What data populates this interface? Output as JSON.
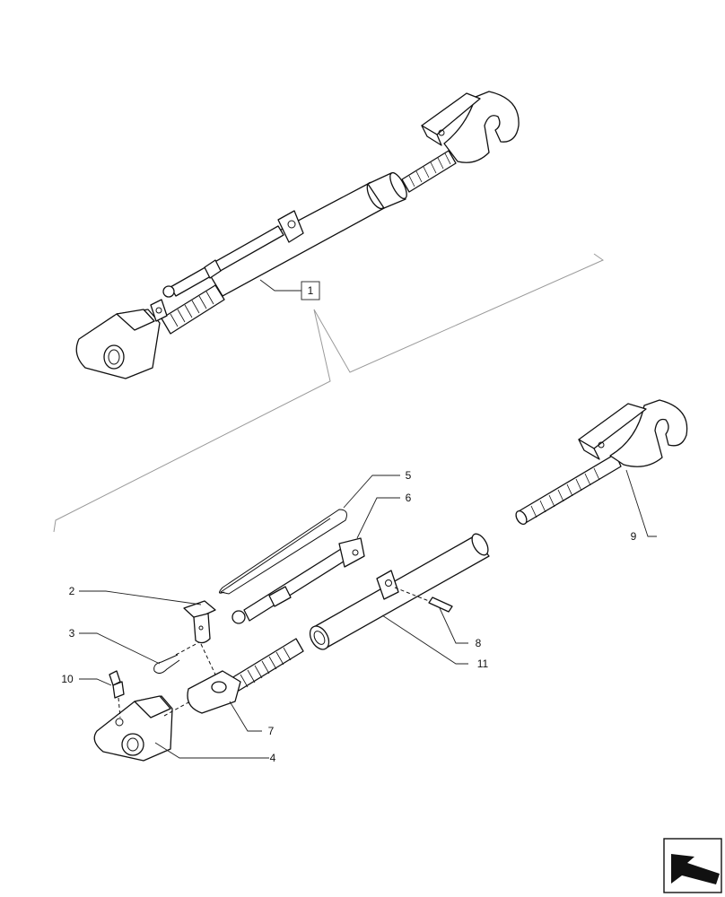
{
  "diagram": {
    "callouts": [
      {
        "id": "assembly",
        "text": "1"
      },
      {
        "id": "pin",
        "text": "2"
      },
      {
        "id": "clip",
        "text": "3"
      },
      {
        "id": "fork-end",
        "text": "4"
      },
      {
        "id": "wire-clip",
        "text": "5"
      },
      {
        "id": "handle-bracket",
        "text": "6"
      },
      {
        "id": "rod-end",
        "text": "7"
      },
      {
        "id": "dowel-pin",
        "text": "8"
      },
      {
        "id": "hook-end",
        "text": "9"
      },
      {
        "id": "grease-nipple",
        "text": "10"
      },
      {
        "id": "tube",
        "text": "11"
      }
    ]
  },
  "navigation": {
    "icon": "next-page-arrow-icon"
  }
}
